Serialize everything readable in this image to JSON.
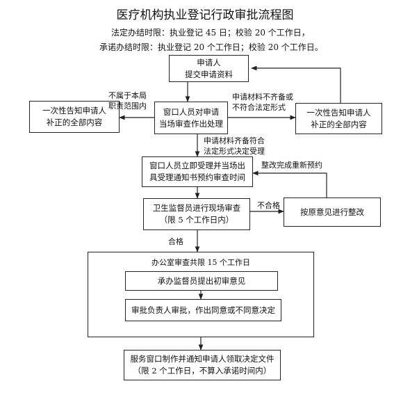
{
  "header": {
    "title": "医疗机构执业登记行政审批流程图",
    "legal_limit": "法定办结时限：执业登记 45 日；校验 20 个工作日，",
    "promised_limit": "承诺办结时限：执业登记 20 个工作日；校验 20 个工作日。"
  },
  "nodes": {
    "apply": [
      "申请人",
      "提交申请资料"
    ],
    "window_review": [
      "窗口人员对申请",
      "当场审查作出处理"
    ],
    "notify_left": [
      "一次性告知申请人",
      "补正的全部内容"
    ],
    "notify_right": [
      "一次性告知申请人",
      "补正的全部内容"
    ],
    "accept": [
      "窗口人员立即受理并当场出",
      "具受理通知书预约审查时间"
    ],
    "inspect": [
      "卫生监督员进行现场审查",
      "（限 5 个工作日内）"
    ],
    "rectify": "按原意见进行整改",
    "office_title": "办公室审查共限 15 个工作日",
    "initial_opinion": "承办监督员提出初审意见",
    "approve": "审批负责人审批，作出同意或不同意决定",
    "issue": [
      "服务窗口制作并通知申请人领取决定文件",
      "（限 2 个工作日，不算入承诺时间内）"
    ]
  },
  "edge_labels": {
    "not_in_scope": [
      "不属于本局",
      "职责范围内"
    ],
    "incomplete": [
      "申请材料不齐备或",
      "不符合法定形式"
    ],
    "complete": [
      "申请材料齐备符合",
      "法定形式决定受理"
    ],
    "rebook": "整改完成重新预约",
    "unqualified": "不合格",
    "qualified": "合格"
  }
}
